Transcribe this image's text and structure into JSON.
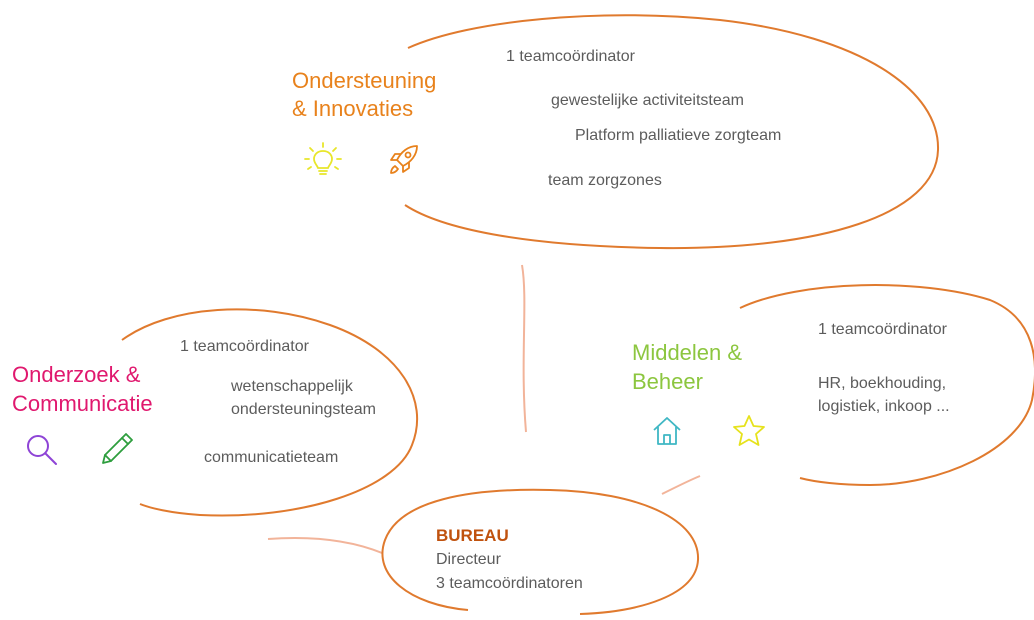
{
  "colors": {
    "ellipse_stroke": "#e07a2e",
    "orange": "#e8821c",
    "magenta": "#e0186e",
    "green": "#8cc63f",
    "bureau": "#c0520e",
    "text_gray": "#5c5c5c",
    "connector": "#f0a98a"
  },
  "ondersteuning": {
    "title_line1": "Ondersteuning",
    "title_line2": "& Innovaties",
    "coordinator": "1 teamcoördinator",
    "team1": "gewestelijke activiteitsteam",
    "team2": "Platform palliatieve zorgteam",
    "team3": "team zorgzones",
    "icons": [
      "lightbulb-icon",
      "rocket-icon"
    ]
  },
  "onderzoek": {
    "title_line1": "Onderzoek &",
    "title_line2": "Communicatie",
    "coordinator": "1 teamcoördinator",
    "team1_line1": "wetenschappelijk",
    "team1_line2": "ondersteuningsteam",
    "team2": "communicatieteam",
    "icons": [
      "search-icon",
      "pen-icon"
    ]
  },
  "middelen": {
    "title_line1": "Middelen &",
    "title_line2": "Beheer",
    "coordinator": "1 teamcoördinator",
    "team1_line1": "HR, boekhouding,",
    "team1_line2": "logistiek, inkoop ...",
    "icons": [
      "home-icon",
      "star-icon"
    ]
  },
  "bureau": {
    "title": "BUREAU",
    "line1": "Directeur",
    "line2": "3 teamcoördinatoren"
  }
}
